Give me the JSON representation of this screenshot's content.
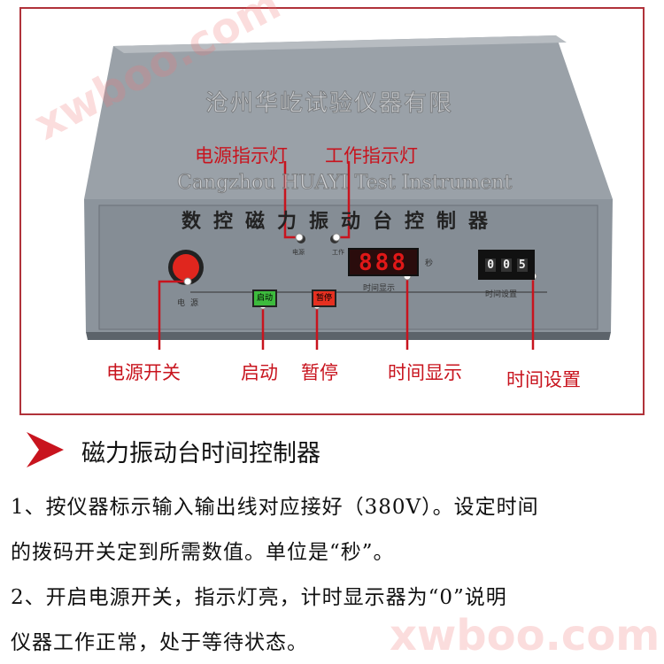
{
  "device": {
    "panel_title": "数控磁力振动台控制器",
    "power_led_label": "电源",
    "work_led_label": "工作",
    "power_switch_label": "电源",
    "display_value": "888",
    "display_unit": "秒",
    "display_caption": "时间显示",
    "thumbwheel_digits": [
      "0",
      "0",
      "5"
    ],
    "thumbwheel_caption": "时间设置",
    "start_button": "启动",
    "pause_button": "暂停"
  },
  "callouts": {
    "power_indicator": "电源指示灯",
    "work_indicator": "工作指示灯",
    "power_switch": "电源开关",
    "start": "启动",
    "pause": "暂停",
    "time_display": "时间显示",
    "time_setting": "时间设置"
  },
  "watermarks": {
    "company_cn": "沧州华屹试验仪器有限",
    "company_en": "Cangzhou HUAYI Test Instrument",
    "site": "xwboo.com"
  },
  "description": {
    "heading": "磁力振动台时间控制器",
    "lines": [
      "1、按仪器标示输入输出线对应接好（380V）。设定时间",
      "的拨码开关定到所需数值。单位是“秒”。",
      "2、开启电源开关，指示灯亮，计时显示器为“0”说明",
      "仪器工作正常，处于等待状态。"
    ]
  },
  "colors": {
    "accent": "#c8141e",
    "frame": "#b0323a",
    "panel": "#8e969e"
  }
}
